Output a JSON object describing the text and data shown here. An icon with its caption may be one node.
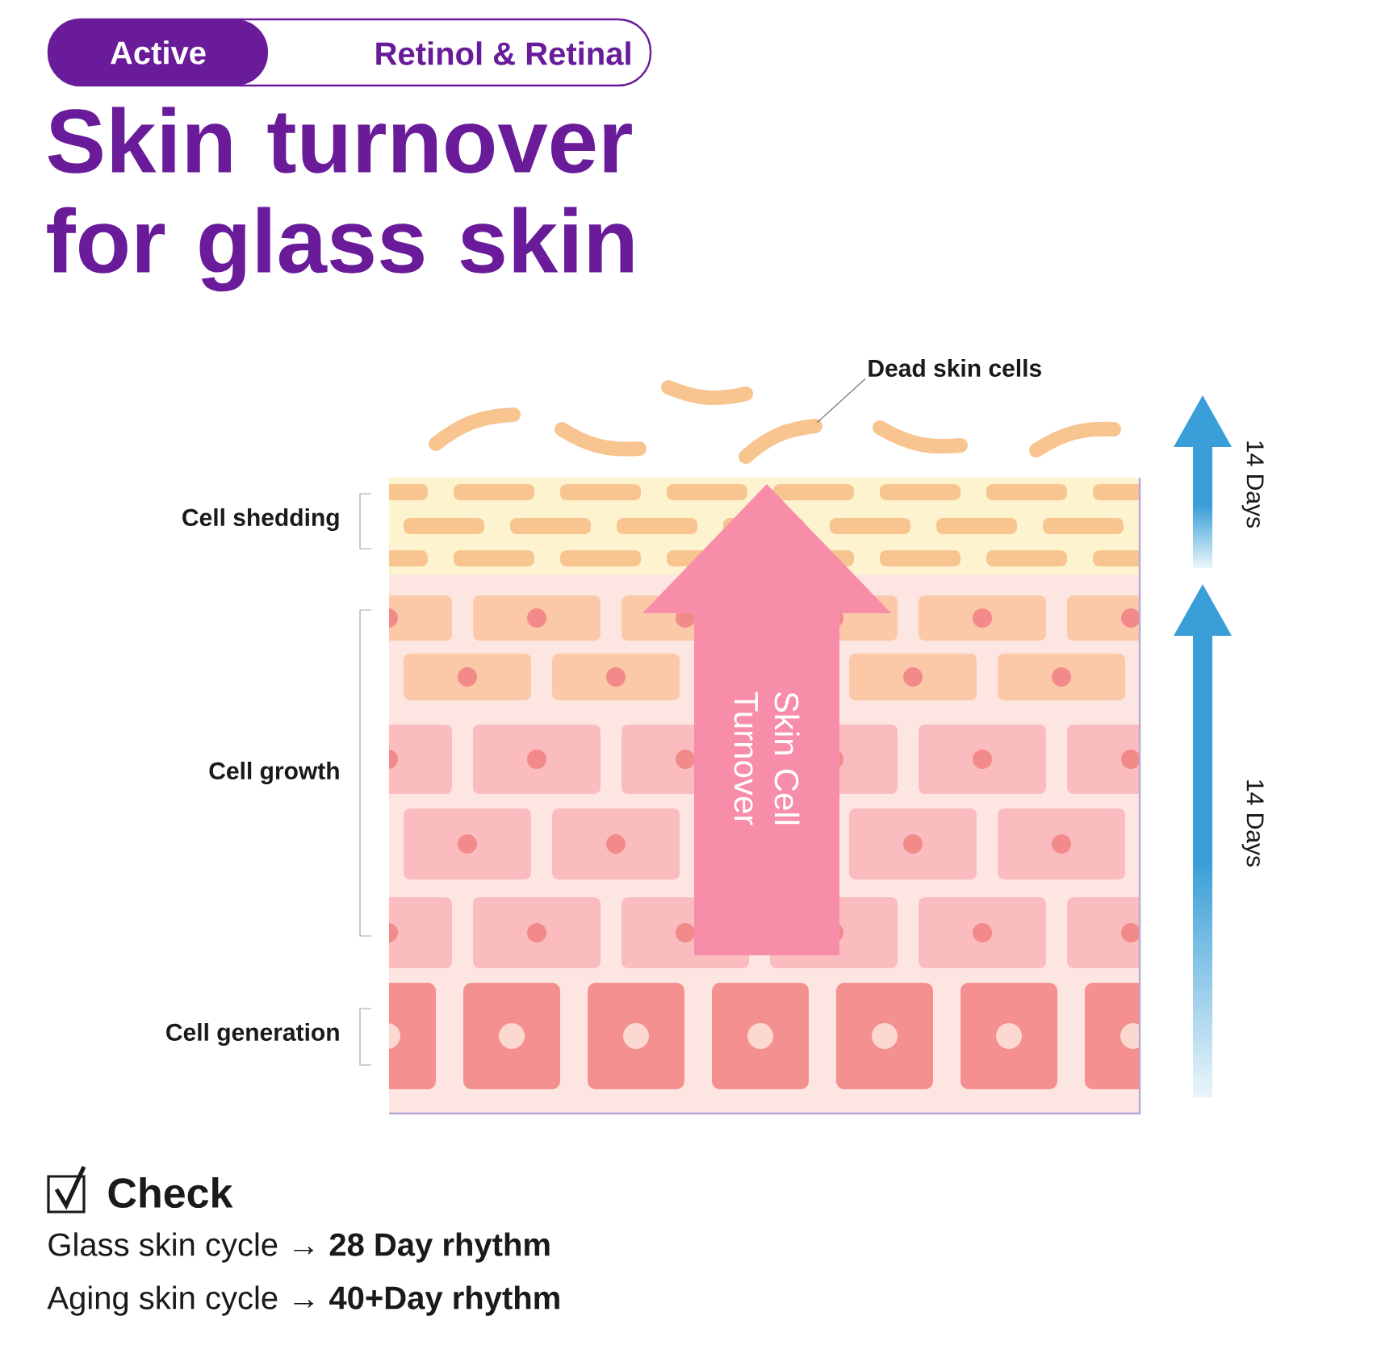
{
  "diagram": {
    "title": "Skin turnover for glass skin",
    "nodes": [
      {
        "text": [
          "Retinol & Retinal"
        ]
      },
      {
        "text": [
          "Active"
        ],
        "in": 0
      },
      {
        "text": [
          "Dead skin cells"
        ]
      },
      {
        "text": [
          "Skin Cell Turnover"
        ]
      },
      {
        "text": [],
        "shape": "bar"
      }
    ],
    "edges": [
      {
        "from": 2,
        "to": 4,
        "arrow": "none"
      }
    ],
    "labels": [
      "14 Days",
      "Cell shedding",
      "Cell growth",
      "14 Days",
      "Cell generation",
      "Check",
      "Glass skin cycle → **28 Day rhythm**",
      "Aging skin cycle → **40+Day rhythm**"
    ]
  }
}
